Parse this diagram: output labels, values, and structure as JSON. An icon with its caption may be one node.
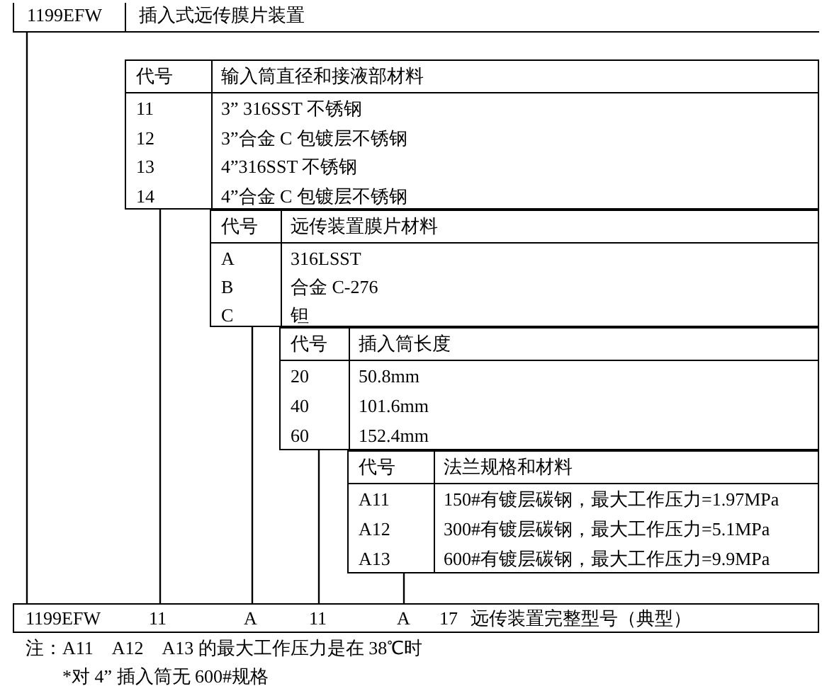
{
  "diagram": {
    "nodes": [
      {
        "text": [
          "1199EFW",
          "插入式远传膜片装置"
        ]
      },
      {
        "text": [
          "代号",
          "输入筒直径和接液部材料",
          "11",
          "3” 316SST 不锈钢",
          "12",
          "3”合金 C 包镀层不锈钢",
          "13",
          "4”316SST 不锈钢",
          "14",
          "4”合金 C 包镀层不锈钢"
        ]
      },
      {
        "text": [
          "代号",
          "远传装置膜片材料",
          "A",
          "316LSST",
          "B",
          "合金 C-276",
          "C",
          "钽"
        ]
      },
      {
        "text": [
          "代号",
          "插入筒长度",
          "20",
          "50.8mm",
          "40",
          "101.6mm",
          "60",
          "152.4mm"
        ]
      },
      {
        "text": [
          "代号",
          "法兰规格和材料",
          "A11",
          "150#有镀层碳钢，最大工作压力=1.97MPa",
          "A12",
          "300#有镀层碳钢，最大工作压力=5.1MPa",
          "A13",
          "600#有镀层碳钢，最大工作压力=9.9MPa"
        ]
      },
      {
        "text": [],
        "shape": "box"
      },
      {
        "text": [
          "1199EFW"
        ],
        "in": 5
      },
      {
        "text": [
          "11"
        ],
        "in": 5
      },
      {
        "text": [
          "A"
        ],
        "in": 5
      },
      {
        "text": [
          "11"
        ],
        "in": 5
      },
      {
        "text": [
          "A"
        ],
        "in": 5
      },
      {
        "text": [
          "17"
        ],
        "in": 5
      },
      {
        "text": [
          "远传装置完整型号（典型）"
        ],
        "in": 5
      }
    ],
    "edges": [
      {
        "from": 0,
        "to": 6,
        "arrow": "none"
      },
      {
        "from": 1,
        "to": 7,
        "arrow": "none"
      },
      {
        "from": 2,
        "to": 8,
        "arrow": "none"
      },
      {
        "from": 3,
        "to": 9,
        "arrow": "none"
      },
      {
        "from": 4,
        "to": 10,
        "arrow": "none"
      }
    ],
    "labels": [
      "注：A11　A12　A13 的最大工作压力是在 38℃时",
      "*对 4” 插入筒无 600#规格"
    ]
  }
}
